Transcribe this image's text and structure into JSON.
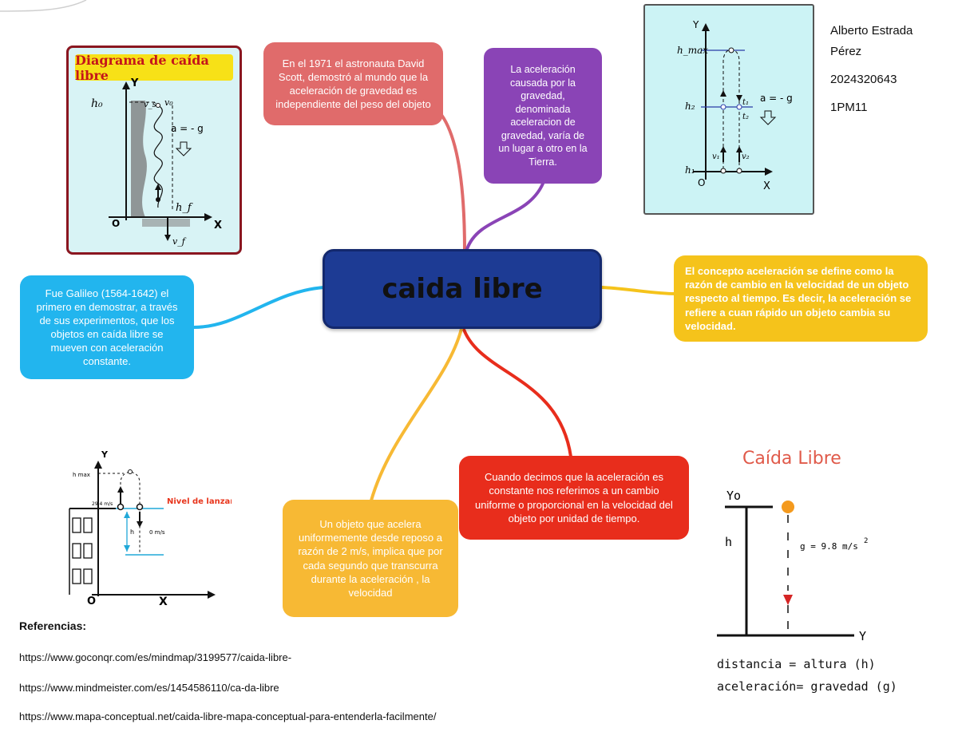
{
  "central_topic": "caida libre",
  "nodes": {
    "scott": "En el 1971 el astronauta David Scott, demostró al mundo que la aceleración de gravedad es independiente del peso del objeto",
    "gravity": "La aceleración causada por la gravedad, denominada aceleracion de gravedad, varía de un lugar a otro en la Tierra.",
    "galileo": "Fue Galileo (1564-1642) el primero en demostrar, a través de sus experimentos, que los objetos en caída libre se mueven con aceleración constante.",
    "concept": "El concepto aceleración se define como la razón de cambio en la velocidad de un objeto respecto al tiempo. Es decir, la aceleración se refiere a cuan rápido un objeto cambia su velocidad.",
    "constant": "Cuando decimos que la aceleración es constante nos referimos a un cambio uniforme o proporcional en la velocidad del objeto por unidad de tiempo.",
    "uniform": "Un objeto que acelera uniformemente desde reposo a razón de 2 m/s, implica que por cada segundo que transcurra durante la aceleración , la velocidad"
  },
  "author": {
    "name": "Alberto Estrada",
    "surname": "Pérez",
    "id": "2024320643",
    "group": "1PM11"
  },
  "diagram1": {
    "title": "Diagrama de caída libre",
    "h0": "h₀",
    "hf": "h_f",
    "v0": "v₀",
    "vf": "v_f",
    "vs": "v_s",
    "accel": "a = - g",
    "y": "Y",
    "x": "X",
    "origin": "O"
  },
  "diagram2": {
    "hmax": "h_max",
    "h2": "h₂",
    "h1": "h₁",
    "t1": "t₁",
    "t2": "t₂",
    "v1": "v₁",
    "v2": "v₂",
    "accel": "a = - g",
    "y": "Y",
    "x": "X",
    "origin": "O"
  },
  "diagram3": {
    "hmax": "h max",
    "speed": "29.4 m/s",
    "zero": "0 m/s",
    "h": "h",
    "level": "Nivel de lanzamiento",
    "y": "Y",
    "x": "X",
    "origin": "O"
  },
  "caida": {
    "title": "Caída Libre",
    "yo": "Yo",
    "h": "h",
    "g": "g = 9.8 m/s",
    "g_exp": "2",
    "y": "Y",
    "line1": "distancia = altura (h)",
    "line2": "aceleración= gravedad (g)"
  },
  "references": {
    "title": "Referencias:",
    "items": [
      "https://www.goconqr.com/es/mindmap/3199577/caida-libre-",
      "https://www.mindmeister.com/es/1454586110/ca-da-libre",
      "https://www.mapa-conceptual.net/caida-libre-mapa-conceptual-para-entenderla-facilmente/"
    ]
  },
  "colors": {
    "central": "#1d3b94",
    "scott": "#e06b6b",
    "gravity": "#8a44b6",
    "galileo": "#22b5ee",
    "concept": "#f5c31b",
    "constant": "#e82d1c",
    "uniform": "#f7b934"
  }
}
